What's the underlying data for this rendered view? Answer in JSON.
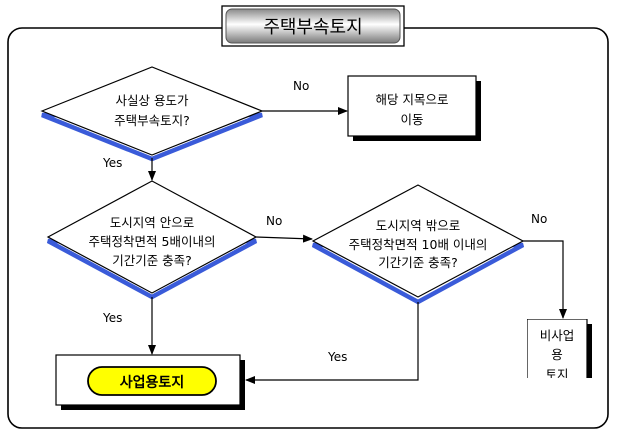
{
  "title": "주택부속토지",
  "nodes": {
    "q1": {
      "lines": [
        "사실상 용도가",
        "주택부속토지?"
      ]
    },
    "move": {
      "lines": [
        "해당 지목으로",
        "이동"
      ]
    },
    "q2": {
      "lines": [
        "도시지역 안으로",
        "주택정착면적 5배이내의",
        "기간기준 충족?"
      ]
    },
    "q3": {
      "lines": [
        "도시지역 밖으로",
        "주택정착면적 10배 이내의",
        "기간기준 충족?"
      ]
    },
    "nonbiz": {
      "lines": [
        "비사업",
        "용",
        "토지"
      ]
    },
    "biz": {
      "label": "사업용토지"
    }
  },
  "edges": {
    "q1_no": "No",
    "q1_yes": "Yes",
    "q2_no": "No",
    "q2_yes": "Yes",
    "q3_no": "No",
    "q3_yes": "Yes"
  },
  "colors": {
    "accent_blue": "#3a5bd9",
    "highlight_yellow": "#ffff00",
    "shadow": "#000000"
  }
}
